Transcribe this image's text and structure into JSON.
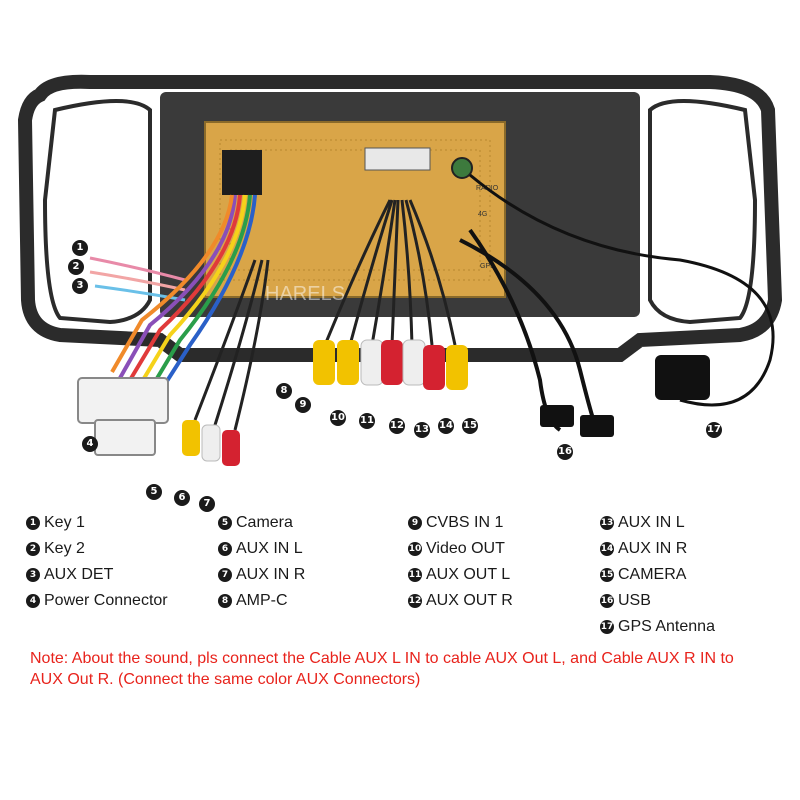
{
  "diagram": {
    "watermark": "HARELS",
    "unit_labels": {
      "radio": "RADIO",
      "four_g": "4G",
      "gps": "GPS"
    },
    "callouts": [
      "1",
      "2",
      "3",
      "4",
      "5",
      "6",
      "7",
      "8",
      "9",
      "10",
      "11",
      "12",
      "13",
      "14",
      "15",
      "16",
      "17"
    ]
  },
  "legend": {
    "items": [
      {
        "num": "1",
        "label": "Key 1"
      },
      {
        "num": "2",
        "label": "Key 2"
      },
      {
        "num": "3",
        "label": "AUX DET"
      },
      {
        "num": "4",
        "label": "Power Connector"
      },
      {
        "num": "5",
        "label": "Camera"
      },
      {
        "num": "6",
        "label": "AUX IN L"
      },
      {
        "num": "7",
        "label": "AUX IN R"
      },
      {
        "num": "8",
        "label": "AMP-C"
      },
      {
        "num": "9",
        "label": "CVBS IN 1"
      },
      {
        "num": "10",
        "label": "Video OUT"
      },
      {
        "num": "11",
        "label": "AUX OUT L"
      },
      {
        "num": "12",
        "label": "AUX OUT R"
      },
      {
        "num": "13",
        "label": "AUX IN L"
      },
      {
        "num": "14",
        "label": "AUX IN R"
      },
      {
        "num": "15",
        "label": "CAMERA"
      },
      {
        "num": "16",
        "label": "USB"
      },
      {
        "num": "17",
        "label": "GPS Antenna"
      }
    ]
  },
  "note": "Note: About the sound, pls connect the Cable AUX L IN to cable AUX Out L, and Cable AUX R IN to AUX Out R. (Connect the same color AUX Connectors)",
  "colors": {
    "frame": "#2b2b2b",
    "unit_body": "#d9a548",
    "note_text": "#e8231c",
    "rca_yellow": "#f2c200",
    "rca_white": "#eeeeee",
    "rca_red": "#d42230"
  }
}
